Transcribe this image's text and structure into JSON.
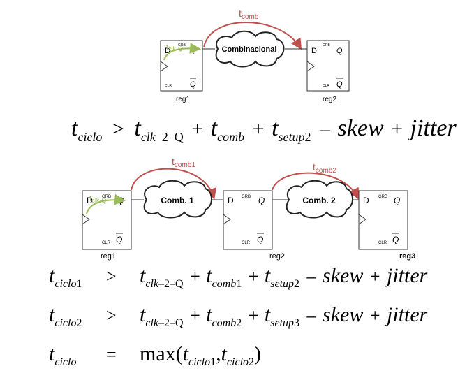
{
  "diagram1": {
    "delay_label": "t",
    "delay_sub": "comb",
    "reg1": {
      "D": "D",
      "Q": "Q",
      "Qbar": "Q",
      "GRB": "GRB",
      "CLR": "CLR",
      "name": "reg1",
      "clk_label": "t",
      "clk_sub": "clk-Q"
    },
    "cloud": "Combinacional",
    "reg2": {
      "D": "D",
      "Q": "Q",
      "Qbar": "Q",
      "GRB": "GRB",
      "CLR": "CLR",
      "name": "reg2"
    }
  },
  "equation1": {
    "lhs": "t",
    "lhs_sub": "ciclo",
    "op": ">",
    "t1": "t",
    "t1_sub": "clk",
    "t1_sub2": "–2–Q",
    "plus1": "+",
    "t2": "t",
    "t2_sub": "comb",
    "plus2": "+",
    "t3": "t",
    "t3_sub": "setup",
    "t3_num": "2",
    "minus": "–",
    "skew": "skew",
    "plus3": "+",
    "jitter": "jitter"
  },
  "diagram2": {
    "delay1_label": "t",
    "delay1_sub": "comb1",
    "delay2_label": "t",
    "delay2_sub": "comb2",
    "reg1": {
      "D": "D",
      "Q": "Q",
      "Qbar": "Q",
      "GRB": "GRB",
      "CLR": "CLR",
      "name": "reg1",
      "clk_label": "t",
      "clk_sub": "clk-Q"
    },
    "cloud1": "Comb. 1",
    "reg2": {
      "D": "D",
      "Q": "Q",
      "Qbar": "Q",
      "GRB": "GRB",
      "CLR": "CLR",
      "name": "reg2"
    },
    "cloud2": "Comb. 2",
    "reg3": {
      "D": "D",
      "Q": "Q",
      "Qbar": "Q",
      "GRB": "GRB",
      "CLR": "CLR",
      "name": "reg3"
    }
  },
  "equations2": {
    "row1": {
      "lhs": "t",
      "lhs_sub": "ciclo",
      "lhs_num": "1",
      "op": ">",
      "t1": "t",
      "t1_sub": "clk",
      "t1_sub2": "–2–Q",
      "plus1": "+",
      "t2": "t",
      "t2_sub": "comb",
      "t2_num": "1",
      "plus2": "+",
      "t3": "t",
      "t3_sub": "setup",
      "t3_num": "2",
      "minus": "–",
      "skew": "skew",
      "plus3": "+",
      "jitter": "jitter"
    },
    "row2": {
      "lhs": "t",
      "lhs_sub": "ciclo",
      "lhs_num": "2",
      "op": ">",
      "t1": "t",
      "t1_sub": "clk",
      "t1_sub2": "–2–Q",
      "plus1": "+",
      "t2": "t",
      "t2_sub": "comb",
      "t2_num": "2",
      "plus2": "+",
      "t3": "t",
      "t3_sub": "setup",
      "t3_num": "3",
      "minus": "–",
      "skew": "skew",
      "plus3": "+",
      "jitter": "jitter"
    },
    "row3": {
      "lhs": "t",
      "lhs_sub": "ciclo",
      "op": "=",
      "max": "max(",
      "a": "t",
      "a_sub": "ciclo",
      "a_num": "1",
      "comma": ",",
      "b": "t",
      "b_sub": "ciclo",
      "b_num": "2",
      "close": ")"
    }
  },
  "colors": {
    "arrow_red": "#c0504d",
    "arrow_green": "#9bbb59",
    "stroke": "#333333"
  }
}
